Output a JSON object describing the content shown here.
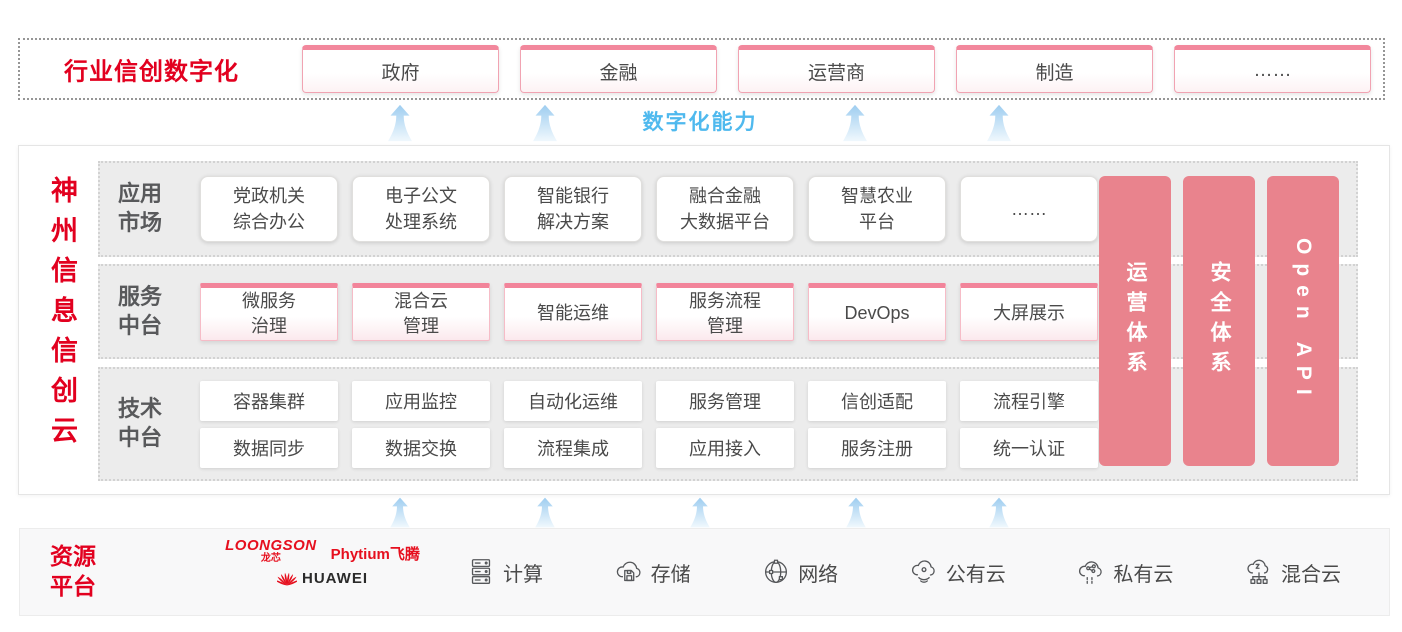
{
  "colors": {
    "brand_red": "#e2001f",
    "box_pink_border": "#f2879c",
    "pillar_pink": "#e9838d",
    "capability_blue": "#4fb9ee"
  },
  "top_banner": {
    "label": "行业信创数字化",
    "industries": [
      "政府",
      "金融",
      "运营商",
      "制造",
      "……"
    ]
  },
  "capability_label": "数字化能力",
  "platform": {
    "title": "神州信息信创云",
    "row_labels": [
      "应用\n市场",
      "服务\n中台",
      "技术\n中台"
    ],
    "app_market_boxes": [
      "党政机关\n综合办公",
      "电子公文\n处理系统",
      "智能银行\n解决方案",
      "融合金融\n大数据平台",
      "智慧农业\n平台",
      "……"
    ],
    "service_boxes": [
      "微服务\n治理",
      "混合云\n管理",
      "智能运维",
      "服务流程\n管理",
      "DevOps",
      "大屏展示"
    ],
    "tech_boxes_row1": [
      "容器集群",
      "应用监控",
      "自动化运维",
      "服务管理",
      "信创适配",
      "流程引擎"
    ],
    "tech_boxes_row2": [
      "数据同步",
      "数据交换",
      "流程集成",
      "应用接入",
      "服务注册",
      "统一认证"
    ],
    "pillars": [
      "运营体系",
      "安全体系",
      "Open API"
    ]
  },
  "resources": {
    "label": "资源\n平台",
    "vendors": {
      "loongson": "LOONGSON",
      "loongson_cn": "龙芯",
      "phytium": "Phytium飞腾",
      "huawei": "HUAWEI"
    },
    "items": [
      {
        "label": "计算",
        "icon": "server-icon"
      },
      {
        "label": "存储",
        "icon": "storage-icon"
      },
      {
        "label": "网络",
        "icon": "network-icon"
      },
      {
        "label": "公有云",
        "icon": "public-cloud-icon"
      },
      {
        "label": "私有云",
        "icon": "private-cloud-icon"
      },
      {
        "label": "混合云",
        "icon": "hybrid-cloud-icon"
      }
    ]
  }
}
